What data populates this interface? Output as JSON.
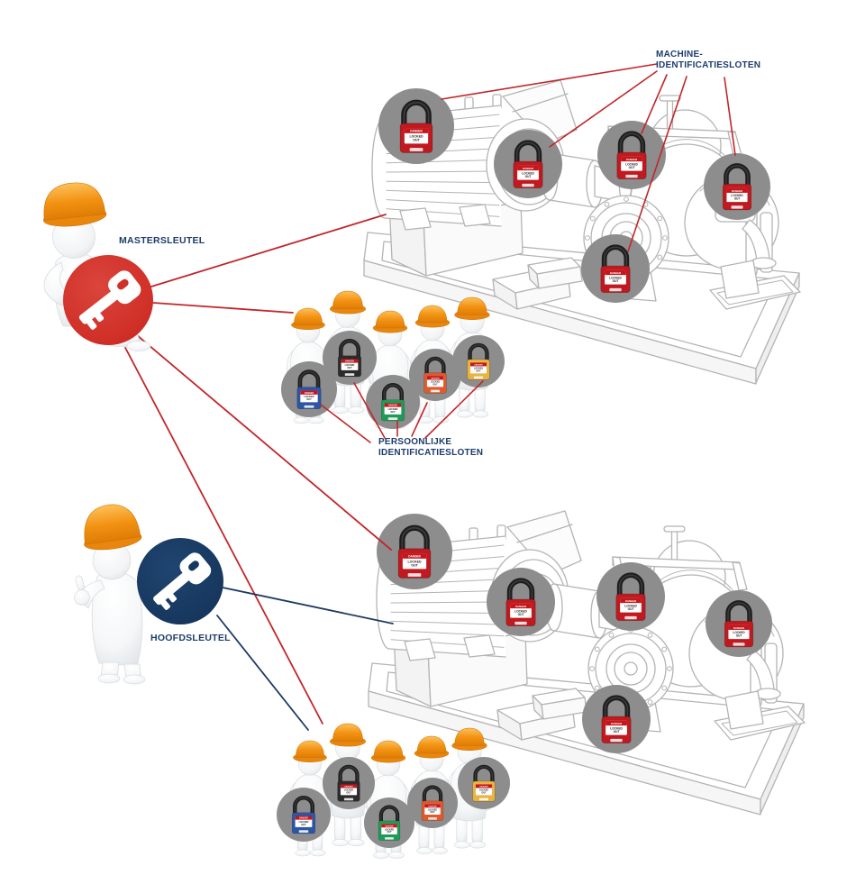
{
  "diagram": {
    "labels": {
      "master_key": "MASTERSLEUTEL",
      "head_key": "HOOFDSLEUTEL",
      "machine_locks": [
        "MACHINE-",
        "IDENTIFICATIESLOTEN"
      ],
      "personal_locks": [
        "PERSOONLIJKE",
        "IDENTIFICATIESLOTEN"
      ]
    },
    "lock_tag": {
      "danger": "DANGER",
      "locked": "LOCKED",
      "out": "OUT"
    },
    "colors": {
      "label_text": "#1c3c6b",
      "line_red": "#c2262b",
      "line_navy": "#1d3a63",
      "master_circle": "#d03028",
      "head_circle": "#17375e",
      "badge_gray": "#8d8d8d",
      "machine_lock": "#c0191f",
      "danger_band": "#c4161c",
      "helmet_orange": "#f09a17",
      "machine_stroke": "#b4b4b4"
    },
    "personal_lock_colors": [
      "#2d55a5",
      "#2b2b2b",
      "#1f9a57",
      "#e05a2b",
      "#eab23e"
    ]
  }
}
